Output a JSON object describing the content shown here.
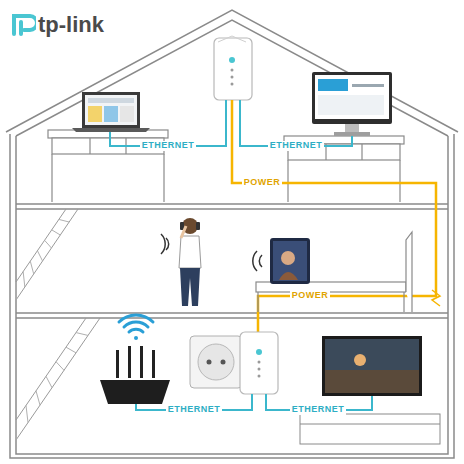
{
  "diagram": {
    "labels": [
      "tp-link",
      "ETHERNET",
      "ETHERNET",
      "POWER",
      "POWER",
      "ETHERNET",
      "ETHERNET"
    ]
  }
}
